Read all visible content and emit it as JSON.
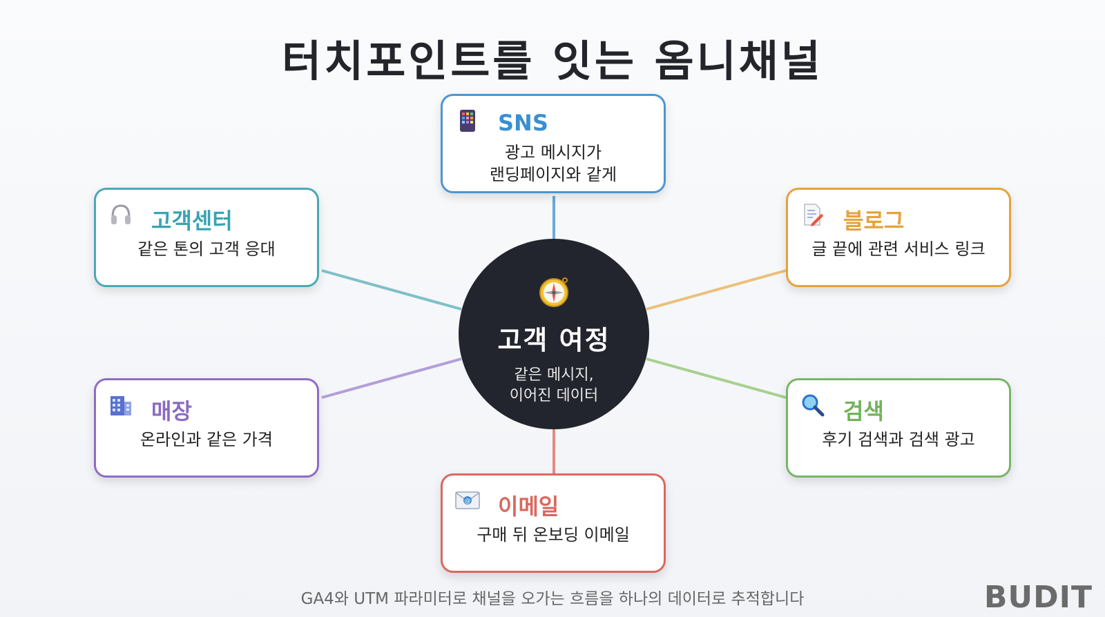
{
  "title": "터치포인트를 잇는 옴니채널",
  "center": {
    "title": "고객 여정",
    "description": "같은 메시지,\n이어진 데이터",
    "icon": "compass-icon"
  },
  "channels": {
    "sns": {
      "title": "SNS",
      "description": "광고 메시지가\n랜딩페이지와 같게",
      "icon": "phone-icon",
      "color": "#3b8fd0"
    },
    "blog": {
      "title": "블로그",
      "description": "글 끝에 관련 서비스 링크",
      "icon": "memo-icon",
      "color": "#e5a23b"
    },
    "search": {
      "title": "검색",
      "description": "후기 검색과 검색 광고",
      "icon": "magnifier-icon",
      "color": "#6fb35a"
    },
    "email": {
      "title": "이메일",
      "description": "구매 뒤 온보딩 이메일",
      "icon": "envelope-icon",
      "color": "#d9685e"
    },
    "store": {
      "title": "매장",
      "description": "온라인과 같은 가격",
      "icon": "building-icon",
      "color": "#8a6ac2"
    },
    "support": {
      "title": "고객센터",
      "description": "같은 톤의 고객 응대",
      "icon": "headphones-icon",
      "color": "#3aa3b2"
    }
  },
  "footer": "GA4와 UTM 파라미터로 채널을 오가는 흐름을 하나의 데이터로 추적합니다",
  "brand": "BUDIT"
}
